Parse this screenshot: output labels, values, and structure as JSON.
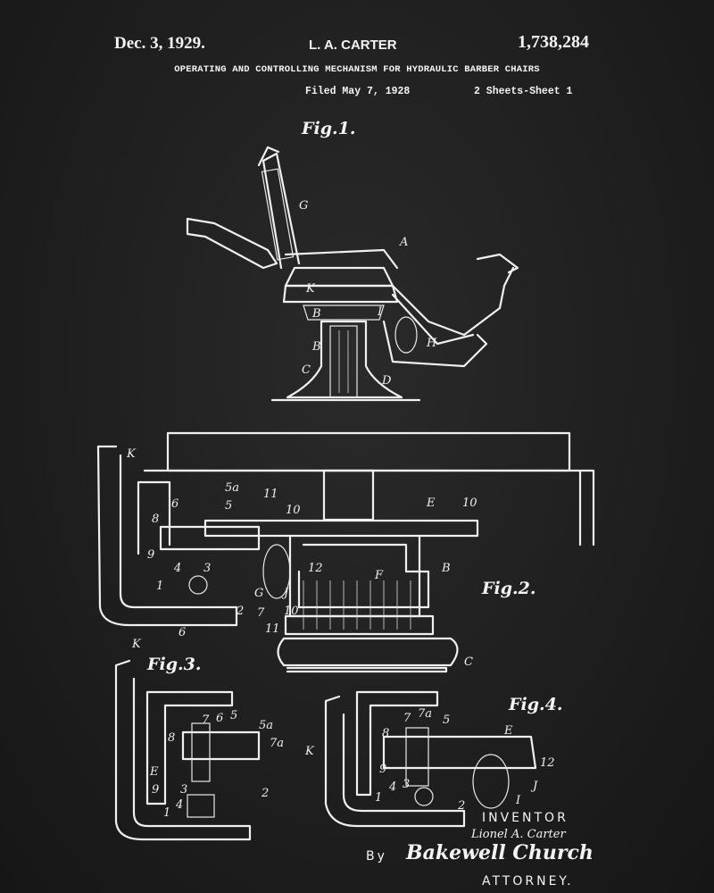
{
  "header": {
    "date": "Dec. 3, 1929.",
    "inventor": "L. A. CARTER",
    "patent_number": "1,738,284",
    "title": "OPERATING AND CONTROLLING MECHANISM FOR HYDRAULIC BARBER CHAIRS",
    "filed": "Filed May 7, 1928",
    "sheets": "2 Sheets-Sheet  1"
  },
  "figures": {
    "fig1": {
      "title": "Fig.1.",
      "labels": [
        "G",
        "A",
        "K",
        "B",
        "B",
        "I",
        "H",
        "C",
        "D"
      ]
    },
    "fig2": {
      "title": "Fig.2.",
      "labels": [
        "K",
        "6",
        "5a",
        "5",
        "11",
        "10",
        "E",
        "10",
        "8",
        "9",
        "4",
        "3",
        "12",
        "F",
        "B",
        "1",
        "2",
        "6",
        "7",
        "11",
        "10",
        "C",
        "G",
        "J"
      ]
    },
    "fig3": {
      "title": "Fig.3.",
      "labels": [
        "K",
        "7",
        "6",
        "5",
        "5a",
        "7a",
        "8",
        "E",
        "9",
        "3",
        "1",
        "4",
        "2"
      ]
    },
    "fig4": {
      "title": "Fig.4.",
      "labels": [
        "8",
        "7",
        "7a",
        "5",
        "E",
        "K",
        "9",
        "12",
        "1",
        "4",
        "3",
        "2",
        "I",
        "J"
      ]
    }
  },
  "signature": {
    "inventor_label": "INVENTOR",
    "inventor_name": "Lionel A. Carter",
    "by": "By",
    "attorney_name": "Bakewell Church",
    "attorney_label": "ATTORNEY."
  }
}
